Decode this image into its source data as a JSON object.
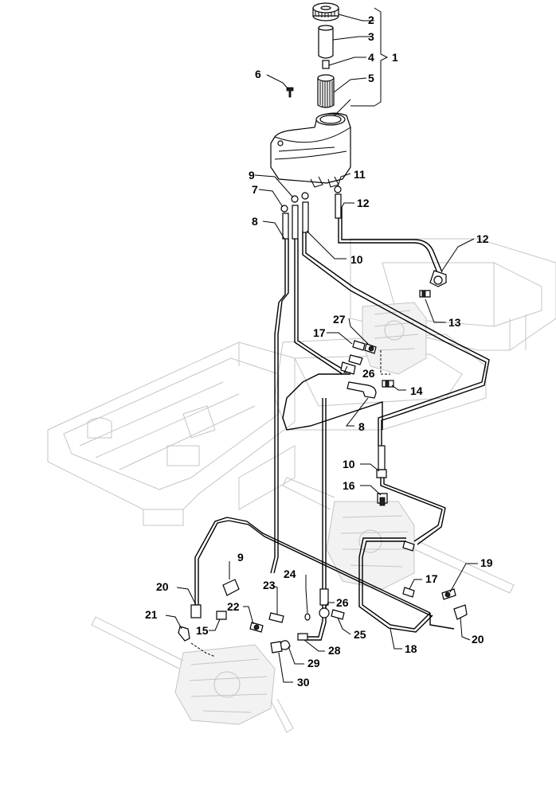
{
  "diagram": {
    "type": "exploded parts diagram",
    "callouts": [
      {
        "id": "c2",
        "text": "2"
      },
      {
        "id": "c3",
        "text": "3"
      },
      {
        "id": "c4",
        "text": "4"
      },
      {
        "id": "c1",
        "text": "1"
      },
      {
        "id": "c5",
        "text": "5"
      },
      {
        "id": "c6",
        "text": "6"
      },
      {
        "id": "c9a",
        "text": "9"
      },
      {
        "id": "c11",
        "text": "11"
      },
      {
        "id": "c7",
        "text": "7"
      },
      {
        "id": "c12a",
        "text": "12"
      },
      {
        "id": "c8a",
        "text": "8"
      },
      {
        "id": "c12b",
        "text": "12"
      },
      {
        "id": "c10a",
        "text": "10"
      },
      {
        "id": "c13",
        "text": "13"
      },
      {
        "id": "c27",
        "text": "27"
      },
      {
        "id": "c17a",
        "text": "17"
      },
      {
        "id": "c26a",
        "text": "26"
      },
      {
        "id": "c14",
        "text": "14"
      },
      {
        "id": "c8b",
        "text": "8"
      },
      {
        "id": "c10b",
        "text": "10"
      },
      {
        "id": "c16",
        "text": "16"
      },
      {
        "id": "c9b",
        "text": "9"
      },
      {
        "id": "c19",
        "text": "19"
      },
      {
        "id": "c20a",
        "text": "20"
      },
      {
        "id": "c24",
        "text": "24"
      },
      {
        "id": "c17b",
        "text": "17"
      },
      {
        "id": "c23",
        "text": "23"
      },
      {
        "id": "c26b",
        "text": "26"
      },
      {
        "id": "c22",
        "text": "22"
      },
      {
        "id": "c21",
        "text": "21"
      },
      {
        "id": "c15",
        "text": "15"
      },
      {
        "id": "c25",
        "text": "25"
      },
      {
        "id": "c20b",
        "text": "20"
      },
      {
        "id": "c28",
        "text": "28"
      },
      {
        "id": "c18",
        "text": "18"
      },
      {
        "id": "c29",
        "text": "29"
      },
      {
        "id": "c30",
        "text": "30"
      }
    ]
  }
}
